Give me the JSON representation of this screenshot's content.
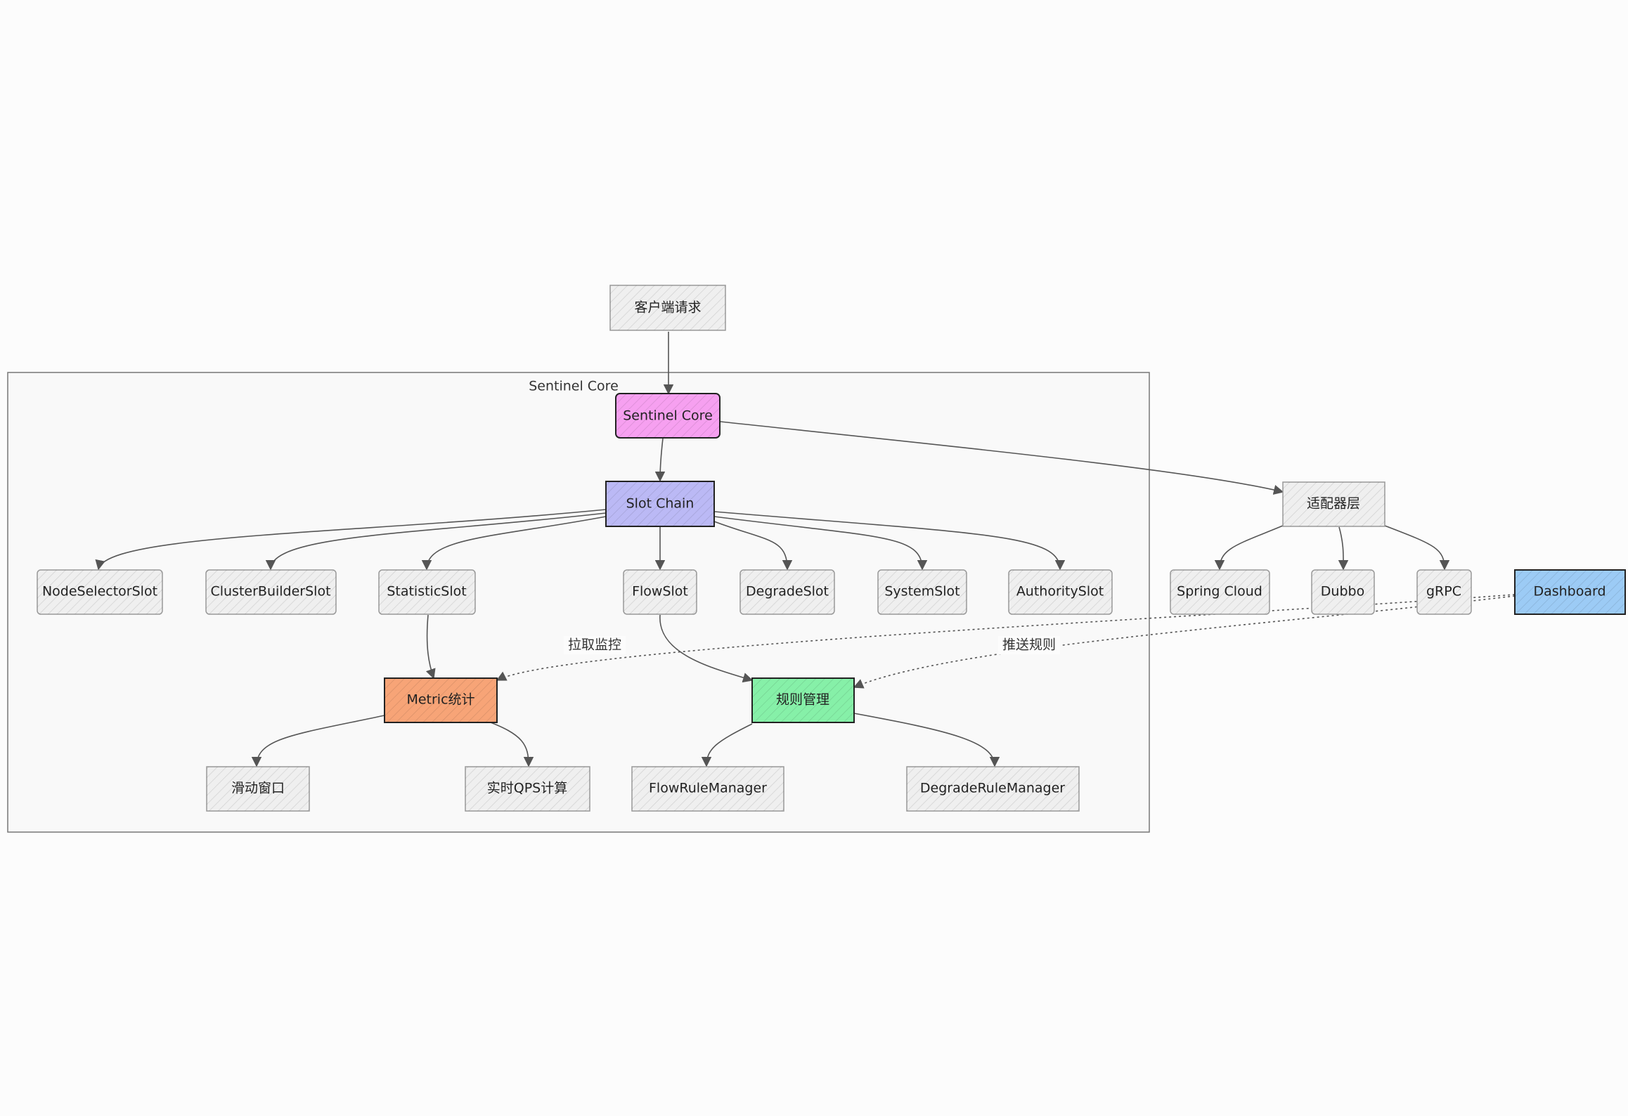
{
  "cluster": {
    "title": "Sentinel Core"
  },
  "nodes": {
    "client": {
      "label": "客户端请求",
      "fill": "#efefef"
    },
    "core": {
      "label": "Sentinel Core",
      "fill": "#f6a0f0"
    },
    "slot_chain": {
      "label": "Slot Chain",
      "fill": "#bbb9f5"
    },
    "adapter": {
      "label": "适配器层",
      "fill": "#efefef"
    },
    "node_selector": {
      "label": "NodeSelectorSlot",
      "fill": "#efefef"
    },
    "cluster_builder": {
      "label": "ClusterBuilderSlot",
      "fill": "#efefef"
    },
    "statistic": {
      "label": "StatisticSlot",
      "fill": "#efefef"
    },
    "flow_slot": {
      "label": "FlowSlot",
      "fill": "#efefef"
    },
    "degrade_slot": {
      "label": "DegradeSlot",
      "fill": "#efefef"
    },
    "system_slot": {
      "label": "SystemSlot",
      "fill": "#efefef"
    },
    "authority_slot": {
      "label": "AuthoritySlot",
      "fill": "#efefef"
    },
    "spring_cloud": {
      "label": "Spring Cloud",
      "fill": "#efefef"
    },
    "dubbo": {
      "label": "Dubbo",
      "fill": "#efefef"
    },
    "grpc": {
      "label": "gRPC",
      "fill": "#efefef"
    },
    "dashboard": {
      "label": "Dashboard",
      "fill": "#9ccbf5"
    },
    "metric": {
      "label": "Metric统计",
      "fill": "#f7a477"
    },
    "rules": {
      "label": "规则管理",
      "fill": "#86f0a8"
    },
    "sliding_window": {
      "label": "滑动窗口",
      "fill": "#efefef"
    },
    "realtime_qps": {
      "label": "实时QPS计算",
      "fill": "#efefef"
    },
    "flow_rule_manager": {
      "label": "FlowRuleManager",
      "fill": "#efefef"
    },
    "degrade_rule_manager": {
      "label": "DegradeRuleManager",
      "fill": "#efefef"
    }
  },
  "edges": [
    {
      "from": "client",
      "to": "core",
      "style": "solid"
    },
    {
      "from": "core",
      "to": "slot_chain",
      "style": "solid"
    },
    {
      "from": "core",
      "to": "adapter",
      "style": "solid"
    },
    {
      "from": "slot_chain",
      "to": "node_selector",
      "style": "solid"
    },
    {
      "from": "slot_chain",
      "to": "cluster_builder",
      "style": "solid"
    },
    {
      "from": "slot_chain",
      "to": "statistic",
      "style": "solid"
    },
    {
      "from": "slot_chain",
      "to": "flow_slot",
      "style": "solid"
    },
    {
      "from": "slot_chain",
      "to": "degrade_slot",
      "style": "solid"
    },
    {
      "from": "slot_chain",
      "to": "system_slot",
      "style": "solid"
    },
    {
      "from": "slot_chain",
      "to": "authority_slot",
      "style": "solid"
    },
    {
      "from": "adapter",
      "to": "spring_cloud",
      "style": "solid"
    },
    {
      "from": "adapter",
      "to": "dubbo",
      "style": "solid"
    },
    {
      "from": "adapter",
      "to": "grpc",
      "style": "solid"
    },
    {
      "from": "statistic",
      "to": "metric",
      "style": "solid"
    },
    {
      "from": "flow_slot",
      "to": "rules",
      "style": "solid"
    },
    {
      "from": "metric",
      "to": "sliding_window",
      "style": "solid"
    },
    {
      "from": "metric",
      "to": "realtime_qps",
      "style": "solid"
    },
    {
      "from": "rules",
      "to": "flow_rule_manager",
      "style": "solid"
    },
    {
      "from": "rules",
      "to": "degrade_rule_manager",
      "style": "solid"
    },
    {
      "from": "dashboard",
      "to": "metric",
      "style": "dotted",
      "label": "拉取监控"
    },
    {
      "from": "dashboard",
      "to": "rules",
      "style": "dotted",
      "label": "推送规则"
    }
  ]
}
